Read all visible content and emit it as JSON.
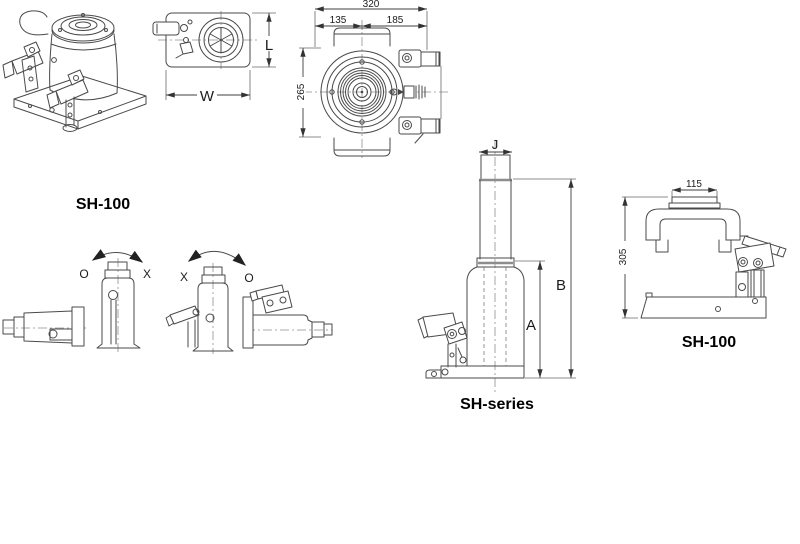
{
  "colors": {
    "background": "#ffffff",
    "line": "#4a4a4a",
    "text": "#1b1b1b"
  },
  "labels": {
    "iso_model": "SH-100",
    "series_model": "SH-series",
    "side_model": "SH-100"
  },
  "dimensions": {
    "top_total_width": "320",
    "top_left_offset": "135",
    "top_right_offset": "185",
    "top_depth": "265",
    "plan_width": "W",
    "plan_length": "L",
    "saddle_width": "J",
    "extended_height": "B",
    "closed_height": "A",
    "pad_width": "115",
    "overall_height": "305"
  },
  "orientation": {
    "first_ok": "O",
    "first_no": "X",
    "second_no": "X",
    "second_ok": "O"
  }
}
